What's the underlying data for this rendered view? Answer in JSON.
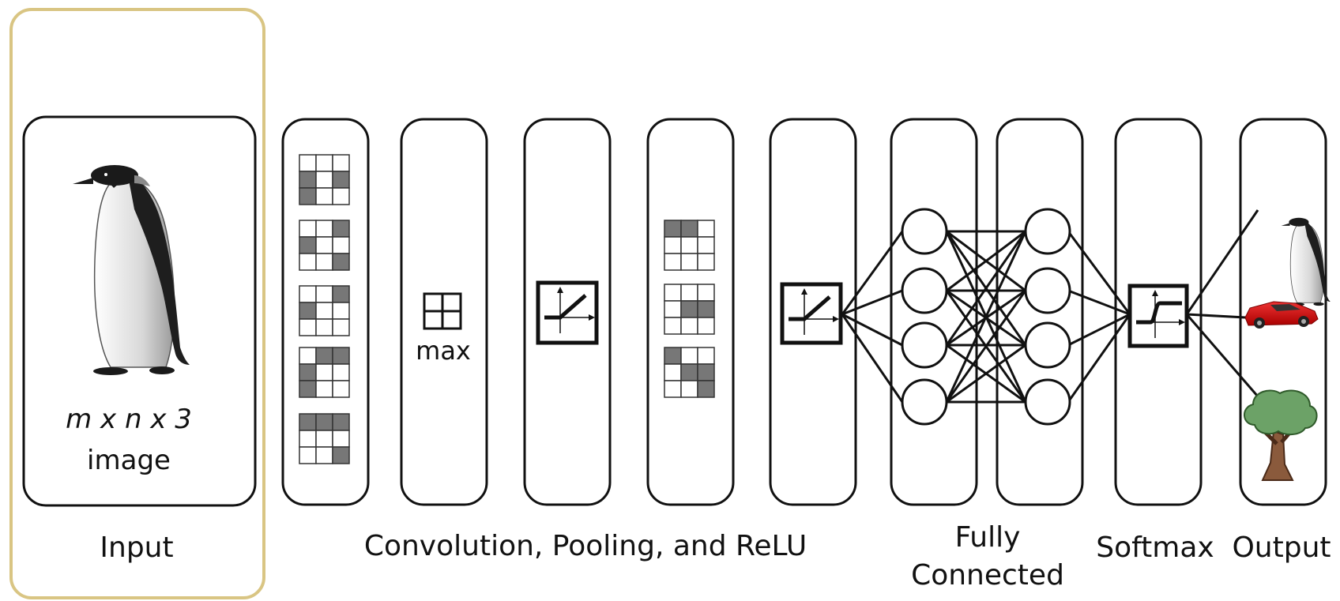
{
  "input": {
    "dims": "m x n x 3",
    "caption": "image",
    "label": "Input"
  },
  "pool_text": "max",
  "labels": {
    "conv": "Convolution, Pooling, and ReLU",
    "fc_line1": "Fully",
    "fc_line2": "Connected",
    "softmax": "Softmax",
    "output": "Output"
  },
  "colors": {
    "highlight_border": "#d9c583",
    "stroke": "#111111",
    "filled_cell": "#777777"
  },
  "icons": [
    "penguin-icon",
    "sports-car-icon",
    "tree-icon",
    "relu-graph-icon",
    "sigmoid-graph-icon",
    "max-pool-grid-icon"
  ]
}
